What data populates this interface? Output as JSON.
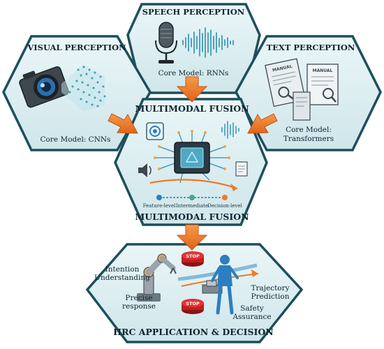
{
  "panels": {
    "visual": {
      "title": "VISUAL PERCEPTION",
      "model": "Core Model: CNNs"
    },
    "speech": {
      "title": "SPEECH PERCEPTION",
      "model": "Core Model: RNNs"
    },
    "text": {
      "title": "TEXT PERCEPTION",
      "model_line1": "Core Model:",
      "model_line2": "Transformers"
    },
    "fusion": {
      "title_top": "MULTIMODAL FUSION",
      "title_bottom": "MULTIMODAL FUSION",
      "levels": [
        "Feature-level",
        "Intermediate",
        "Decision-level"
      ]
    },
    "hrc": {
      "title": "HRC APPLICATION & DECISION",
      "intention_line1": "Intention",
      "intention_line2": "Understanding",
      "precise_line1": "Precise",
      "precise_line2": "response",
      "trajectory_line1": "Trajectory",
      "trajectory_line2": "Prediction",
      "safety_line1": "Safety",
      "safety_line2": "Assurance",
      "stop_label": "STOP"
    },
    "manual_label": "MANUAL"
  },
  "colors": {
    "panel_fill": "#dbeef1",
    "panel_border": "#1d4f5c",
    "arrow": "#ee7a26",
    "accent_blue": "#2b7fc0"
  },
  "icons": [
    "camera-icon",
    "microphone-icon",
    "waveform-icon",
    "manual-icon",
    "chip-icon",
    "robot-arm-icon",
    "human-figure-icon",
    "stop-button-icon"
  ]
}
